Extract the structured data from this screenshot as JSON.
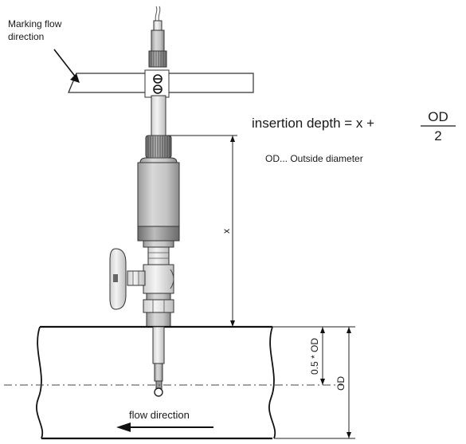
{
  "labels": {
    "marking_line1": "Marking flow",
    "marking_line2": "direction",
    "formula_prefix": "insertion depth = x +",
    "formula_numerator": "OD",
    "formula_denominator": "2",
    "od_note": "OD... Outside diameter",
    "dim_x": "x",
    "dim_half_od": "0.5 * OD",
    "dim_od": "OD",
    "flow": "flow direction"
  }
}
